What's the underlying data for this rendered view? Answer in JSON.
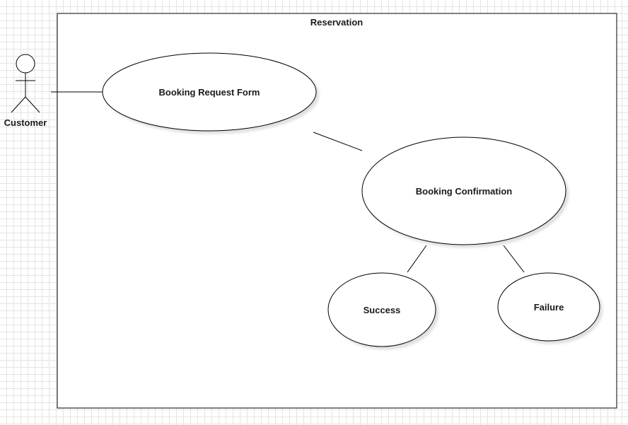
{
  "system": {
    "title": "Reservation"
  },
  "actor": {
    "label": "Customer"
  },
  "use_cases": {
    "booking_request": "Booking Request Form",
    "booking_confirmation": "Booking Confirmation",
    "success": "Success",
    "failure": "Failure"
  },
  "colors": {
    "stroke": "#000000",
    "shadow": "#e6e6e6",
    "grid": "#e4e4e4"
  }
}
